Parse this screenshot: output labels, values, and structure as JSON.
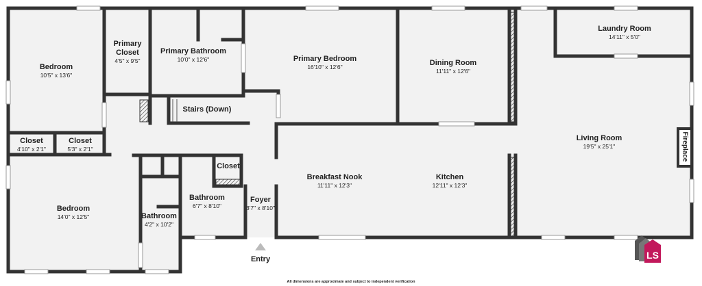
{
  "rooms": {
    "bedroom_nw": {
      "name": "Bedroom",
      "dims": "10'5\" x 13'6\""
    },
    "primary_closet": {
      "name1": "Primary",
      "name2": "Closet",
      "dims": "4'5\" x 9'5\""
    },
    "primary_bathroom": {
      "name": "Primary Bathroom",
      "dims": "10'0\" x 12'6\""
    },
    "primary_bedroom": {
      "name": "Primary Bedroom",
      "dims": "16'10\" x 12'6\""
    },
    "dining_room": {
      "name": "Dining Room",
      "dims": "11'11\" x 12'6\""
    },
    "laundry_room": {
      "name": "Laundry Room",
      "dims": "14'11\" x 5'0\""
    },
    "stairs": {
      "name": "Stairs (Down)"
    },
    "closet_a": {
      "name": "Closet",
      "dims": "4'10\" x 2'1\""
    },
    "closet_b": {
      "name": "Closet",
      "dims": "5'3\" x 2'1\""
    },
    "living_room": {
      "name": "Living Room",
      "dims": "19'5\" x 25'1\""
    },
    "fireplace": {
      "name": "Fireplace"
    },
    "breakfast_nook": {
      "name": "Breakfast Nook",
      "dims": "11'11\" x 12'3\""
    },
    "kitchen": {
      "name": "Kitchen",
      "dims": "12'11\" x 12'3\""
    },
    "closet_c": {
      "name": "Closet"
    },
    "bedroom_sw": {
      "name": "Bedroom",
      "dims": "14'0\" x 12'5\""
    },
    "bathroom_1": {
      "name": "Bathroom",
      "dims": "6'7\" x 8'10\""
    },
    "bathroom_2": {
      "name": "Bathroom",
      "dims": "4'2\" x 10'2\""
    },
    "foyer": {
      "name": "Foyer",
      "dims": "3'7\" x 8'10\""
    }
  },
  "entry": {
    "label": "Entry"
  },
  "disclaimer": "All dimensions are approximate and subject to independent verification",
  "logo": {
    "text": "LS"
  },
  "colors": {
    "wall": "#333333",
    "floor": "#f2f2f2",
    "logo_dark": "#555555",
    "logo_accent": "#c2185b"
  }
}
